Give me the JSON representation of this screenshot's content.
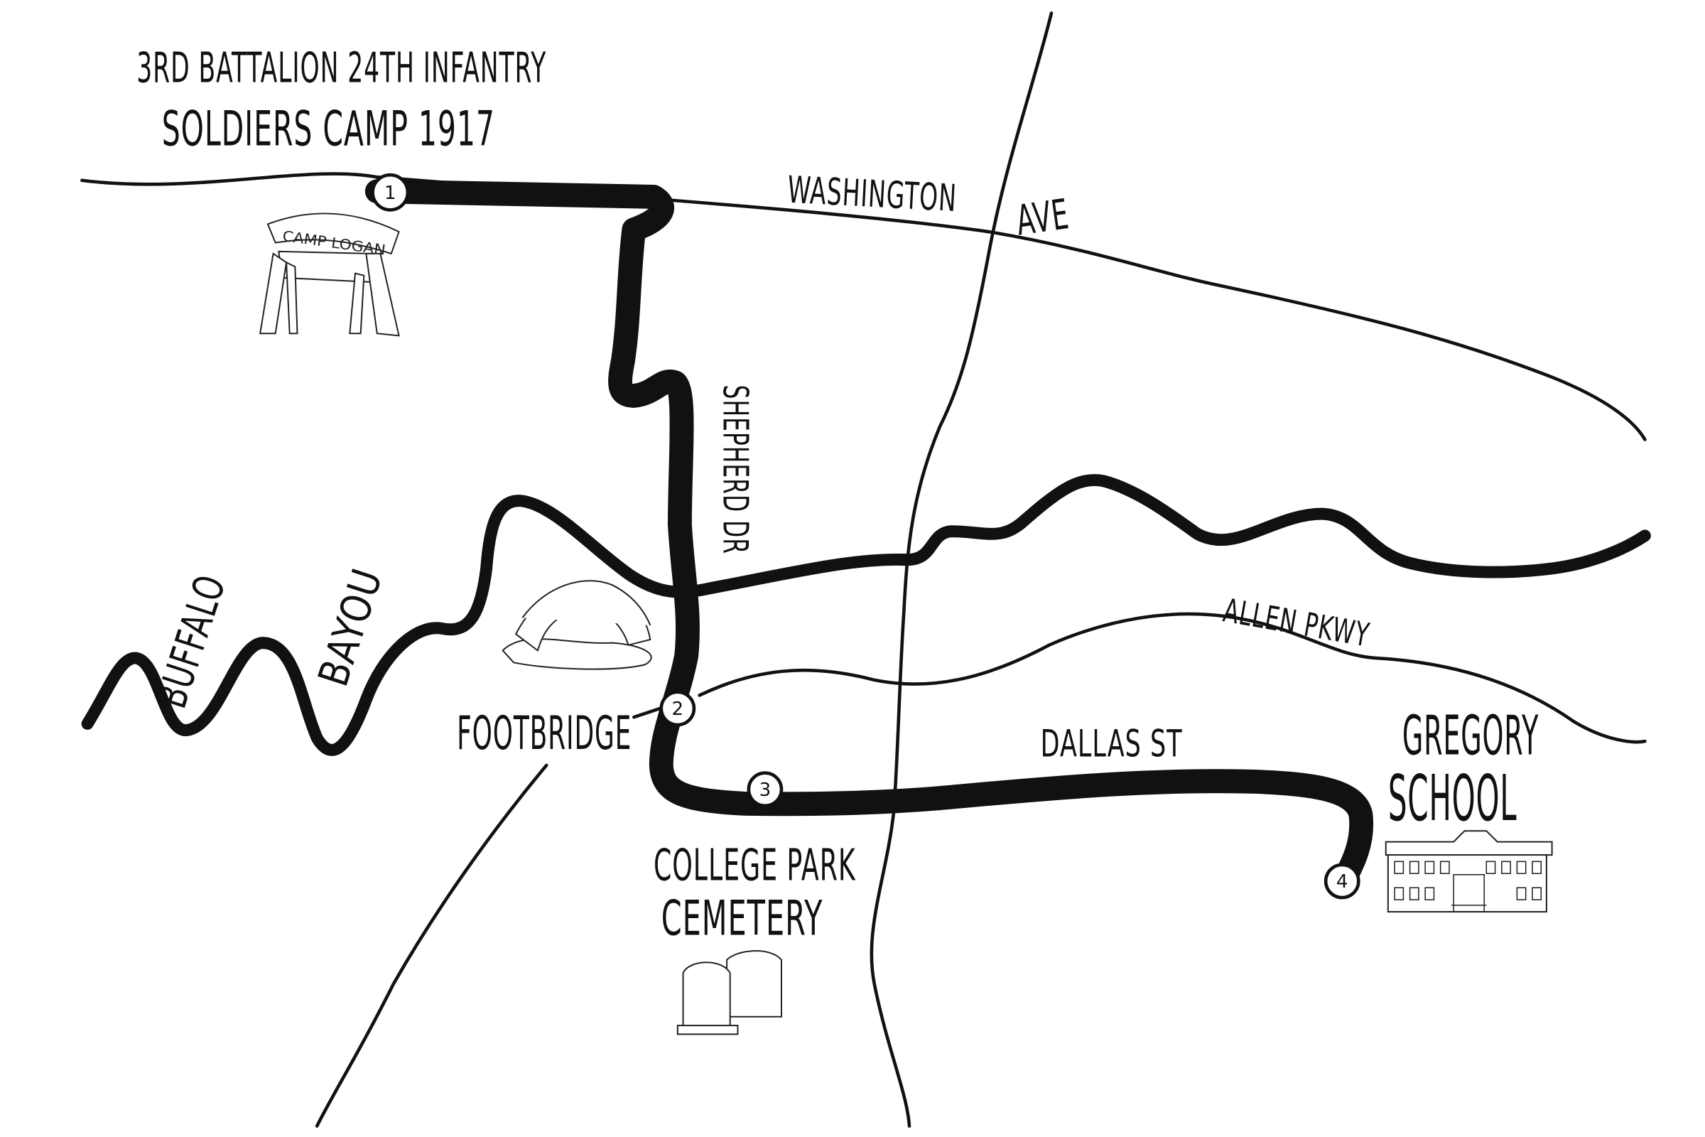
{
  "title": {
    "line1": "3RD BATTALION 24TH INFANTRY",
    "line2": "SOLDIERS CAMP 1917"
  },
  "roads": {
    "washington": "WASHINGTON",
    "ave": "AVE",
    "shepherd": "SHEPHERD DR",
    "allen": "ALLEN PKWY",
    "dallas": "DALLAS ST"
  },
  "water": {
    "buffalo": "BUFFALO",
    "bayou": "BAYOU"
  },
  "landmarks": {
    "camp_sign": "CAMP LOGAN",
    "footbridge": "FOOTBRIDGE",
    "cemetery_line1": "COLLEGE PARK",
    "cemetery_line2": "CEMETERY",
    "school_line1": "GREGORY",
    "school_line2": "SCHOOL"
  },
  "stops": [
    "1",
    "2",
    "3",
    "4"
  ]
}
